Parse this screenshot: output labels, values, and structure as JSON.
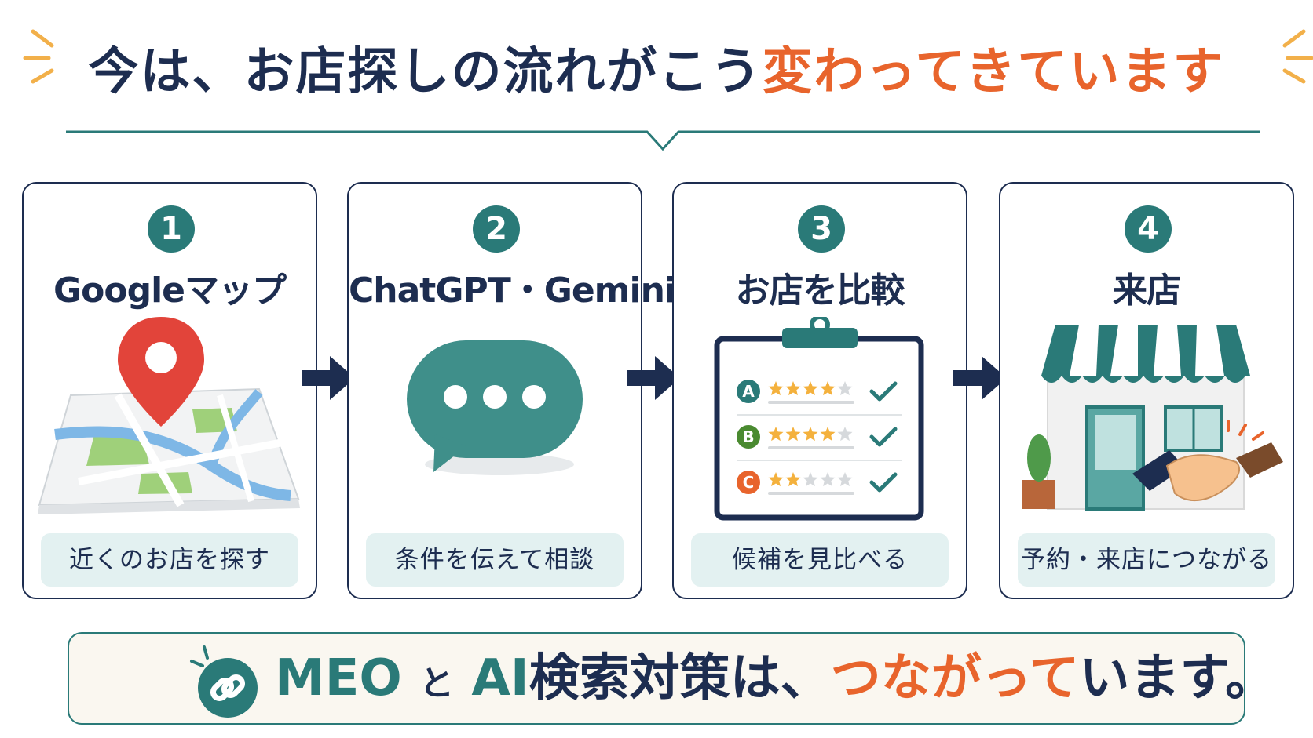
{
  "title": {
    "main": "今は、お店探しの流れがこう",
    "accent": "変わってきています"
  },
  "steps": [
    {
      "number": "1",
      "title": "Googleマップ",
      "caption": "近くのお店を探す",
      "icon": "map-pin-icon"
    },
    {
      "number": "2",
      "title": "ChatGPT・Gemini",
      "caption": "条件を伝えて相談",
      "icon": "chat-bubble-icon"
    },
    {
      "number": "3",
      "title": "お店を比較",
      "caption": "候補を見比べる",
      "icon": "clipboard-compare-icon",
      "compare_rows": [
        {
          "label": "A",
          "stars": 3.5,
          "color": "#2a7a78"
        },
        {
          "label": "B",
          "stars": 3.5,
          "color": "#4a8a30"
        },
        {
          "label": "C",
          "stars": 2,
          "color": "#e8642c"
        }
      ]
    },
    {
      "number": "4",
      "title": "来店",
      "caption": "予約・来店につながる",
      "icon": "storefront-icon"
    }
  ],
  "banner": {
    "meo": "MEO",
    "to": "と",
    "ai": "AI",
    "middle": "検索対策は、",
    "accent": "つながって",
    "end": "います。"
  },
  "colors": {
    "navy": "#1d2d50",
    "teal": "#2a7a78",
    "orange": "#e8642c",
    "light_teal": "#e3f1f1"
  }
}
